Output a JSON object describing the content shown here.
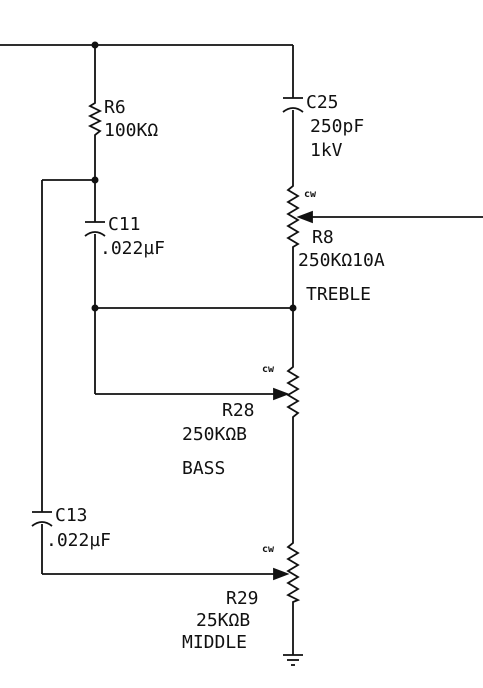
{
  "components": {
    "r6": {
      "ref": "R6",
      "value": "100KΩ"
    },
    "c25": {
      "ref": "C25",
      "value": "250pF",
      "rating": "1kV"
    },
    "r8": {
      "ref": "R8",
      "value": "250KΩ10A",
      "function": "TREBLE",
      "cw": "cw"
    },
    "c11": {
      "ref": "C11",
      "value": ".022µF"
    },
    "r28": {
      "ref": "R28",
      "value": "250KΩB",
      "function": "BASS",
      "cw": "cw"
    },
    "c13": {
      "ref": "C13",
      "value": ".022µF"
    },
    "r29": {
      "ref": "R29",
      "value": "25KΩB",
      "function": "MIDDLE",
      "cw": "cw"
    }
  },
  "colors": {
    "ink": "#111111",
    "paper": "#ffffff"
  }
}
